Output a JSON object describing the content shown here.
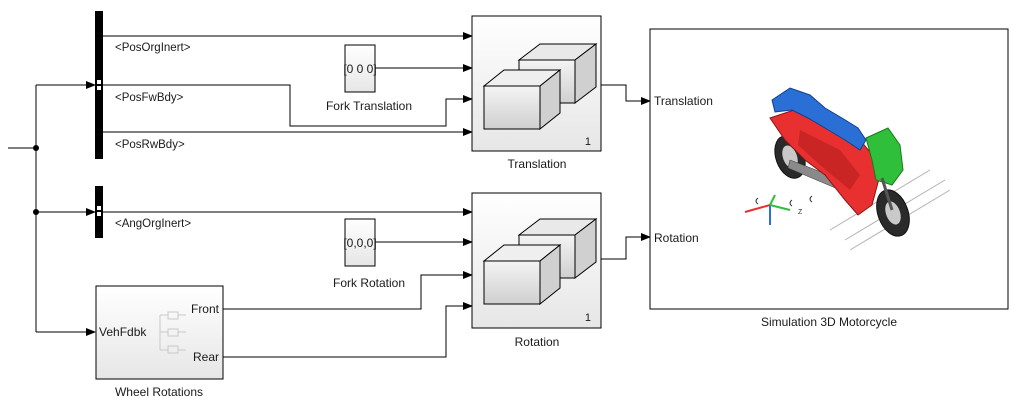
{
  "bus_selectors": {
    "signals_top": [
      "<PosOrgInert>",
      "<PosFwBdy>",
      "<PosRwBdy>"
    ],
    "signals_bottom": [
      "<AngOrgInert>"
    ]
  },
  "constants": {
    "fork_translation": {
      "value": "[0 0 0]",
      "label": "Fork Translation"
    },
    "fork_rotation": {
      "value": "[0,0,0]",
      "label": "Fork Rotation"
    }
  },
  "concat_blocks": {
    "translation": {
      "label": "Translation",
      "dim": "1"
    },
    "rotation": {
      "label": "Rotation",
      "dim": "1"
    }
  },
  "wheel_rotations": {
    "label": "Wheel Rotations",
    "input": "VehFdbk",
    "outputs": [
      "Front",
      "Rear"
    ]
  },
  "sim3d": {
    "label": "Simulation 3D Motorcycle",
    "inputs": [
      "Translation",
      "Rotation"
    ]
  },
  "colors": {
    "wire": "#000000",
    "bike_body": "#e83030",
    "bike_seat": "#2a6fd6",
    "bike_front": "#2fbf3a",
    "wheel": "#2a2a2a"
  }
}
